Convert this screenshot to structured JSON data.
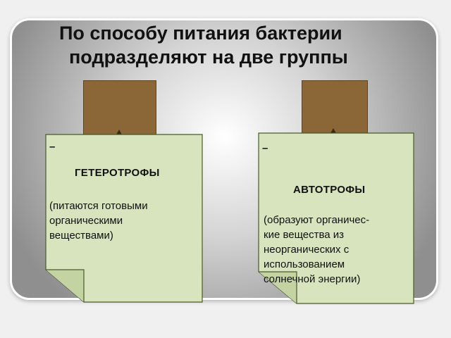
{
  "title": {
    "line1": "По способу питания бактерии",
    "line2": "подразделяют на две группы"
  },
  "groups": [
    {
      "dash": "–",
      "name": "ГЕТЕРОТРОФЫ",
      "desc_lines": [
        "(питаются готовыми",
        "органическими",
        "веществами)"
      ]
    },
    {
      "dash": "–",
      "name": "АВТОТРОФЫ",
      "desc_lines": [
        "(образуют органичес-",
        "кие вещества из",
        "неорганических с",
        "использованием",
        "солнечной энергии)"
      ]
    }
  ],
  "colors": {
    "card_fill": "#d7e4bd",
    "card_border": "#4a5a2a",
    "stem_fill": "#8b6637",
    "frame_edge": "#8f8f8f"
  }
}
